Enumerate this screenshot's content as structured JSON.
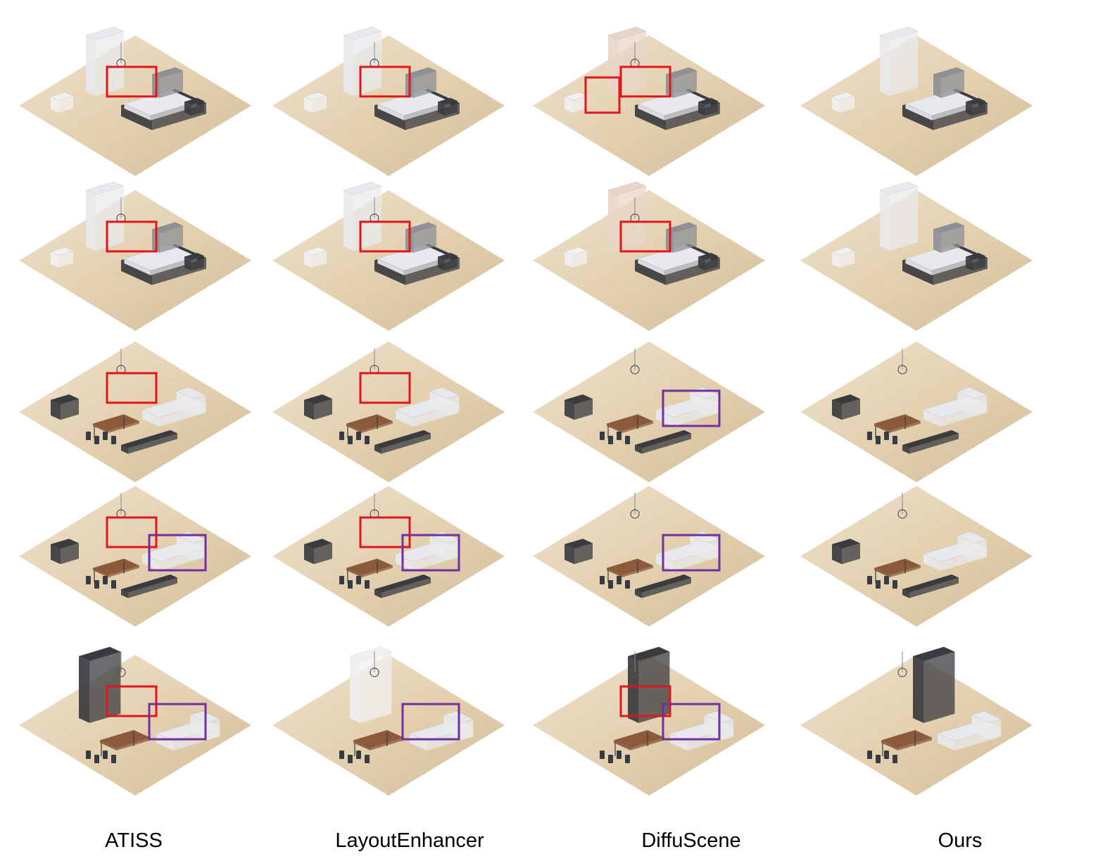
{
  "columns": [
    {
      "label": "ATISS"
    },
    {
      "label": "LayoutEnhancer"
    },
    {
      "label": "DiffuScene"
    },
    {
      "label": "Ours"
    }
  ],
  "rows": 5,
  "colors": {
    "floor_light": "#efe2cc",
    "floor_mid": "#e2cfae",
    "floor_dark": "#d4bd98",
    "furniture_dark": "#3a3b3f",
    "furniture_gray": "#8e9095",
    "furniture_light": "#e8e9ec",
    "wood": "#8a5a3a",
    "error_box_red": "#e0161c",
    "error_box_purple": "#7030a0"
  },
  "tiles": [
    [
      {
        "scene": "bedroom",
        "boxes": [
          "red"
        ]
      },
      {
        "scene": "bedroom",
        "boxes": [
          "red"
        ]
      },
      {
        "scene": "bedroom",
        "boxes": [
          "red",
          "red"
        ]
      },
      {
        "scene": "bedroom",
        "boxes": []
      }
    ],
    [
      {
        "scene": "bedroom",
        "boxes": [
          "red"
        ]
      },
      {
        "scene": "bedroom",
        "boxes": [
          "red"
        ]
      },
      {
        "scene": "bedroom",
        "boxes": [
          "red"
        ]
      },
      {
        "scene": "bedroom",
        "boxes": []
      }
    ],
    [
      {
        "scene": "living",
        "boxes": [
          "red"
        ]
      },
      {
        "scene": "living",
        "boxes": [
          "red"
        ]
      },
      {
        "scene": "living",
        "boxes": [
          "purple"
        ]
      },
      {
        "scene": "living",
        "boxes": []
      }
    ],
    [
      {
        "scene": "living",
        "boxes": [
          "red",
          "purple"
        ]
      },
      {
        "scene": "living",
        "boxes": [
          "red",
          "purple"
        ]
      },
      {
        "scene": "living",
        "boxes": [
          "purple"
        ]
      },
      {
        "scene": "living",
        "boxes": []
      }
    ],
    [
      {
        "scene": "dining",
        "boxes": [
          "red",
          "purple"
        ]
      },
      {
        "scene": "dining",
        "boxes": [
          "purple"
        ]
      },
      {
        "scene": "dining",
        "boxes": [
          "red",
          "purple"
        ]
      },
      {
        "scene": "dining",
        "boxes": []
      }
    ]
  ]
}
